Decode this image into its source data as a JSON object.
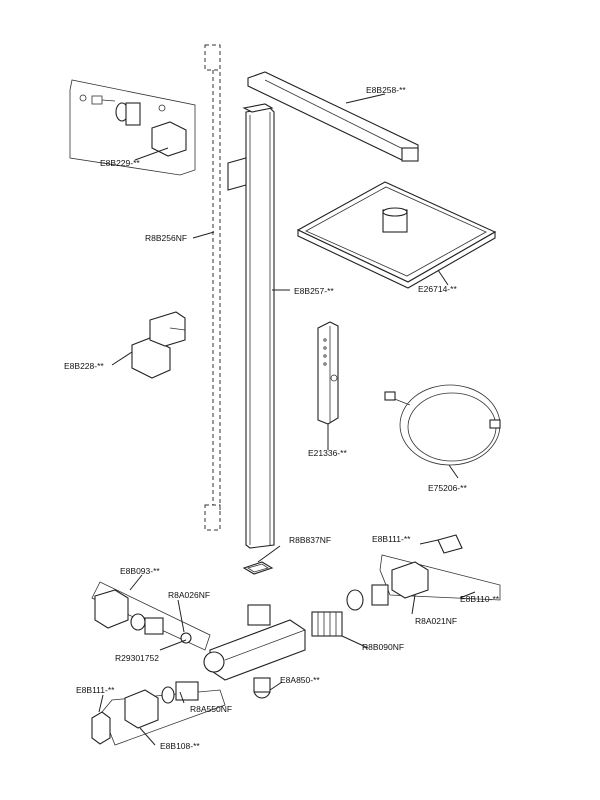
{
  "labels": {
    "E8B258": "E8B258-**",
    "E8B229": "E8B229-**",
    "R8B256NF": "R8B256NF",
    "E8B257": "E8B257-**",
    "E26714": "E26714-**",
    "E8B228": "E8B228-**",
    "E21336": "E21336-**",
    "E75206": "E75206-**",
    "R8B837NF": "R8B837NF",
    "E8B111_top": "E8B111-**",
    "E8B093": "E8B093-**",
    "R8A026NF": "R8A026NF",
    "E8B110": "E8B110-**",
    "R8A021NF": "R8A021NF",
    "R8B090NF": "R8B090NF",
    "R29301752": "R29301752",
    "E8A850": "E8A850-**",
    "E8B111_bottom": "E8B111-**",
    "R8A550NF": "R8A550NF",
    "E8B108": "E8B108-**"
  }
}
